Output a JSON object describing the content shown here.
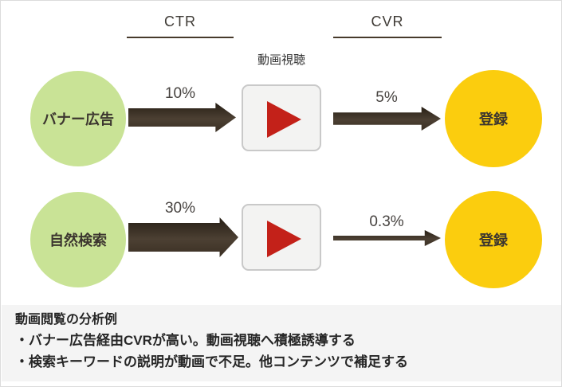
{
  "header": {
    "ctr_label": "CTR",
    "cvr_label": "CVR",
    "video_label": "動画視聴"
  },
  "funnel": {
    "rows": [
      {
        "source": "バナー広告",
        "ctr": "10%",
        "cvr": "5%",
        "result": "登録"
      },
      {
        "source": "自然検索",
        "ctr": "30%",
        "cvr": "0.3%",
        "result": "登録"
      }
    ]
  },
  "notes": {
    "title": "動画閲覧の分析例",
    "bullets": [
      "・バナー広告経由CVRが高い。動画視聴へ積極誘導する",
      "・検索キーワードの説明が動画で不足。他コンテンツで補足する"
    ]
  },
  "colors": {
    "source_circle_green": "#c9e396",
    "result_circle_yellow": "#fbcd0e",
    "arrow_brown_dark": "#261e14",
    "arrow_brown_light": "#4c4033",
    "play_button_red": "#c32119",
    "video_box_bg": "#f3f3f2",
    "video_box_border": "#c9c9c9",
    "underline_brown": "#473a2b",
    "notes_panel_bg": "#f4f4f4",
    "text_dark": "#3c362f"
  }
}
